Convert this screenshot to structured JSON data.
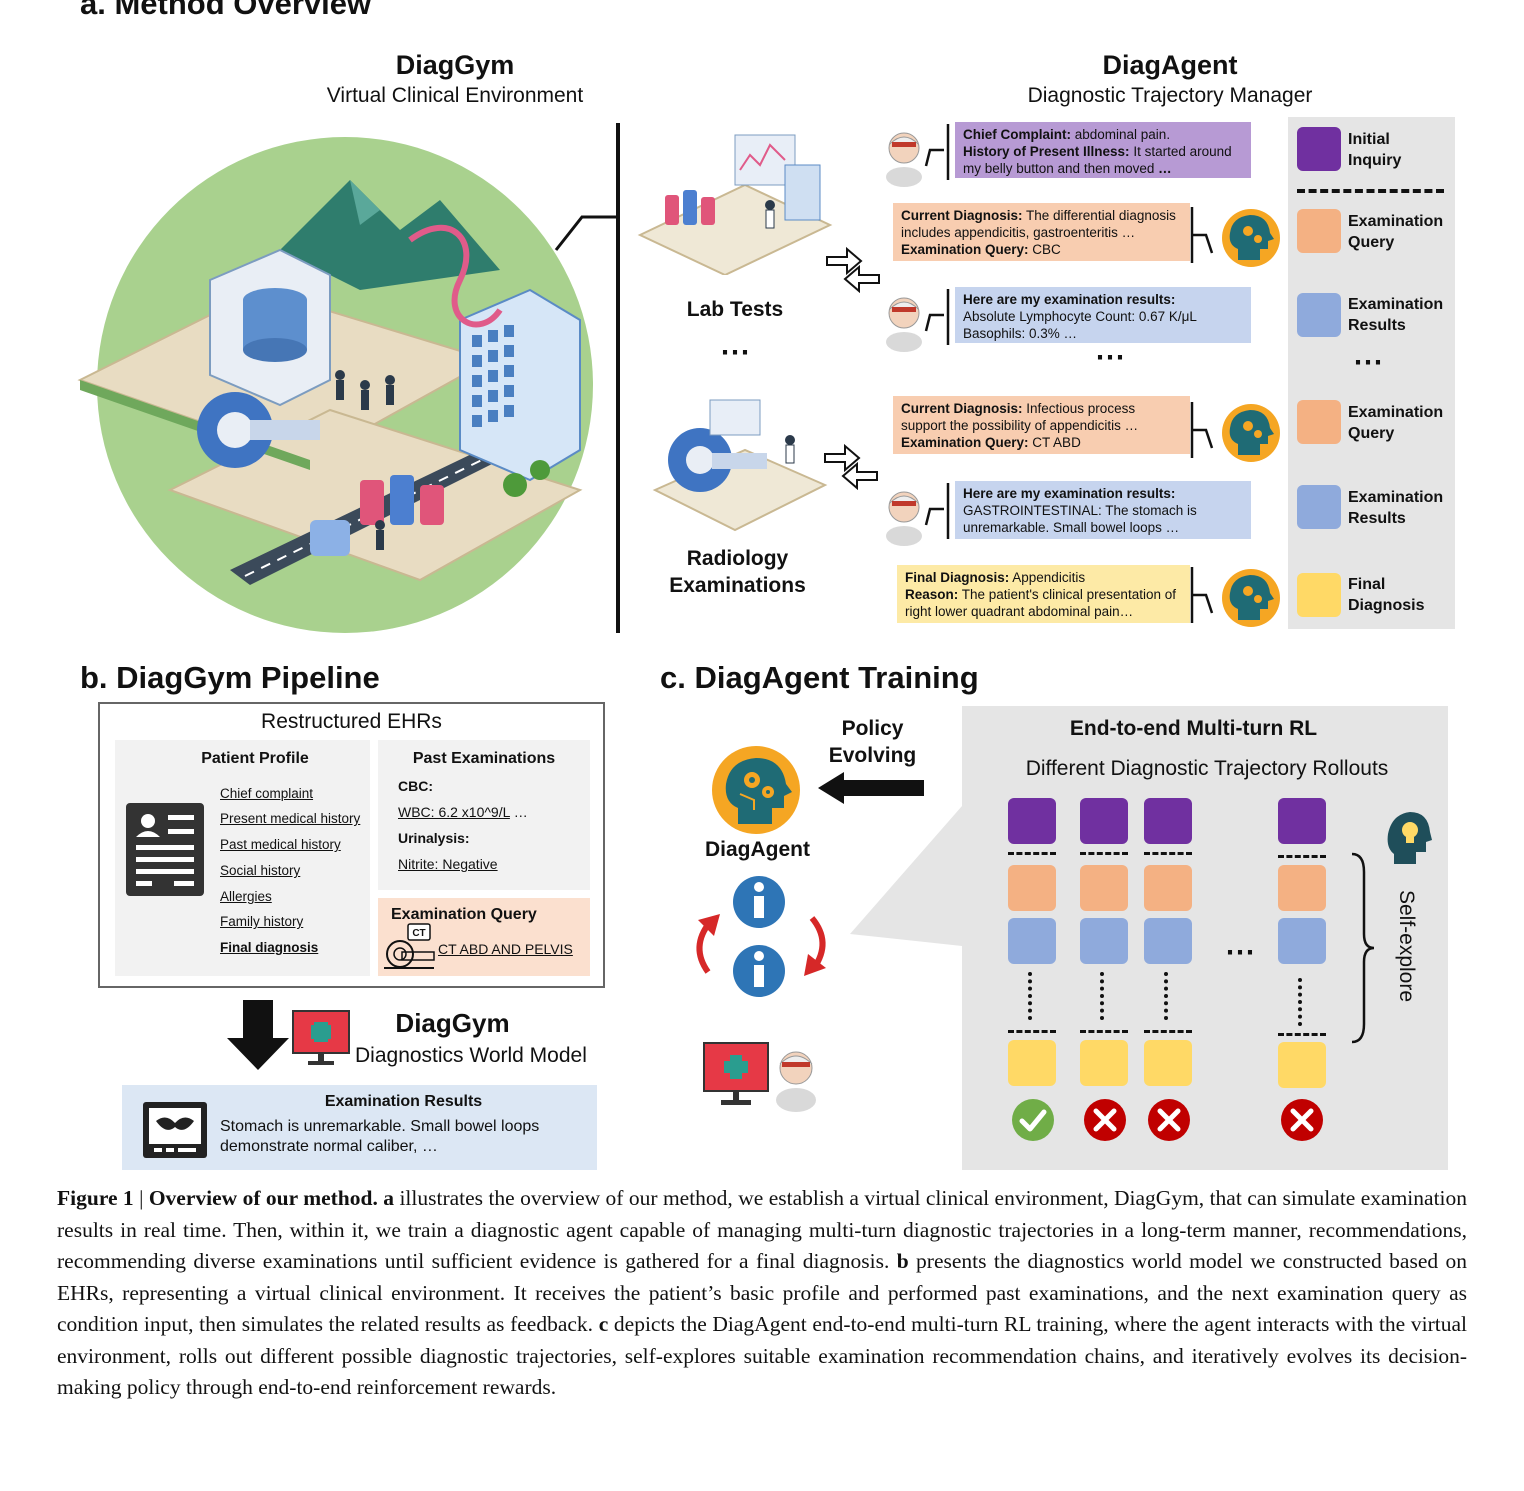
{
  "section_a": {
    "title": "a. Method Overview",
    "diaggym": {
      "title": "DiagGym",
      "subtitle": "Virtual Clinical Environment"
    },
    "diagagent": {
      "title": "DiagAgent",
      "subtitle": "Diagnostic Trajectory Manager"
    },
    "lab_label": "Lab Tests",
    "ellipsis": "⋯",
    "radiology_label_line1": "Radiology",
    "radiology_label_line2": "Examinations",
    "messages": {
      "m1": {
        "label1": "Chief Complaint:",
        "text1": " abdominal pain.",
        "label2": "History of Present Illness:",
        "text2": " It started around my belly button and then moved ",
        "tail": "…"
      },
      "m2": {
        "label1": "Current Diagnosis:",
        "text1": " The differential diagnosis includes appendicitis, gastroenteritis …",
        "label2": "Examination Query:",
        "text2": " CBC"
      },
      "m3": {
        "label1": "Here are my examination results:",
        "text1": "Absolute Lymphocyte Count: 0.67 K/μL",
        "text2": "Basophils: 0.3% …"
      },
      "m4": {
        "label1": "Current Diagnosis:",
        "text1": " Infectious process support the possibility of appendicitis …",
        "label2": "Examination Query:",
        "text2": " CT ABD"
      },
      "m5": {
        "label1": "Here are my examination results:",
        "text1": "GASTROINTESTINAL: The stomach is unremarkable. Small bowel loops …"
      },
      "m6": {
        "label1": "Final Diagnosis:",
        "text1": " Appendicitis",
        "label2": "Reason:",
        "text2": " The patient's clinical presentation of right lower quadrant abdominal pain…"
      }
    },
    "legend": {
      "initial_1": "Initial",
      "initial_2": "Inquiry",
      "exq_1": "Examination",
      "exq_2": "Query",
      "exr_1": "Examination",
      "exr_2": "Results",
      "dots": "⋯",
      "final_1": "Final",
      "final_2": "Diagnosis"
    }
  },
  "section_b": {
    "title": "b. DiagGym Pipeline",
    "ehr_title": "Restructured EHRs",
    "profile_title": "Patient Profile",
    "profile_items": [
      "Chief complaint",
      "Present medical history",
      "Past medical history",
      "Social history",
      "Allergies",
      "Family history",
      "Final diagnosis"
    ],
    "past_title": "Past Examinations",
    "cbc": "CBC:",
    "wbc": "WBC: 6.2 x10^9/L",
    "wbc_tail": " …",
    "urinalysis": "Urinalysis:",
    "nitrite": "Nitrite: Negative",
    "query_title": "Examination Query",
    "ct_tag": "CT",
    "query_value": "CT ABD AND PELVIS",
    "model_title": "DiagGym",
    "model_subtitle": "Diagnostics World Model",
    "results_title": "Examination Results",
    "results_text": "Stomach is unremarkable. Small bowel loops demonstrate normal caliber, …"
  },
  "section_c": {
    "title": "c. DiagAgent Training",
    "policy_1": "Policy",
    "policy_2": "Evolving",
    "agent_label": "DiagAgent",
    "panel_title": "End-to-end Multi-turn RL",
    "panel_subtitle": "Different Diagnostic Trajectory Rollouts",
    "self_explore": "Self-explore",
    "dots": "⋯",
    "outcomes": [
      "correct",
      "wrong",
      "wrong",
      "wrong"
    ]
  },
  "caption": {
    "fig": "Figure 1",
    "sep": " | ",
    "head": "Overview of our method.",
    "a": "a",
    "t1": " illustrates the overview of our method, we establish a virtual clinical environment, DiagGym, that can simulate examination results in real time. Then, within it, we train a diagnostic agent capable of managing multi-turn diagnostic trajectories in a long-term manner, recommendations, recommending diverse examinations until sufficient evidence is gathered for a final diagnosis. ",
    "b": "b",
    "t2": " presents the diagnostics world model we constructed based on EHRs, representing a virtual clinical environment. It receives the patient’s basic profile and performed past examinations, and the next examination query as condition input, then simulates the related results as feedback. ",
    "c": "c",
    "t3": " depicts the DiagAgent end-to-end multi-turn RL training, where the agent interacts with the virtual environment, rolls out different possible diagnostic trajectories, self-explores suitable examination recommendation chains, and iteratively evolves its decision-making policy through end-to-end reinforcement rewards."
  },
  "colors": {
    "purple": "#7030a0",
    "orange": "#f4b183",
    "blue": "#8faadc",
    "yellow": "#ffd966",
    "green_circle": "#a9d18e",
    "gray_panel": "#e5e5e5",
    "brain_orange": "#f5a623",
    "brain_teal": "#1f6b75",
    "check_green": "#70ad47",
    "cross_red": "#c00000",
    "info_blue": "#2e75b6"
  }
}
